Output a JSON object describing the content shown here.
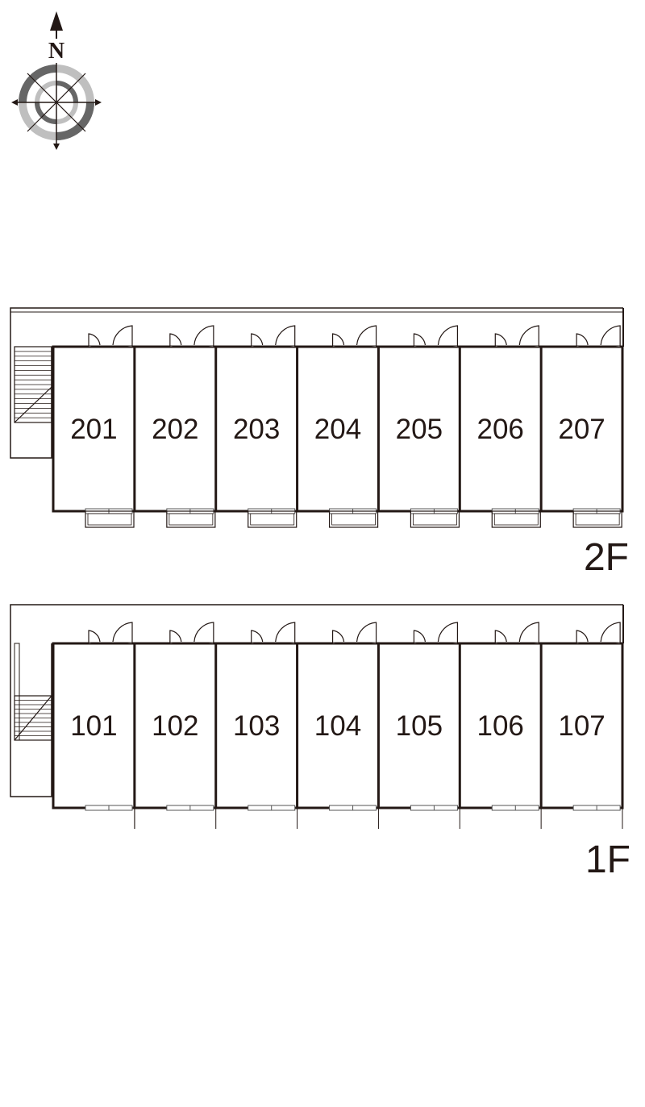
{
  "compass": {
    "north_label": "N",
    "icon": "compass-rose-icon"
  },
  "floors": [
    {
      "id": "2f",
      "label": "2F",
      "units": [
        "201",
        "202",
        "203",
        "204",
        "205",
        "206",
        "207"
      ]
    },
    {
      "id": "1f",
      "label": "1F",
      "units": [
        "101",
        "102",
        "103",
        "104",
        "105",
        "106",
        "107"
      ]
    }
  ],
  "colors": {
    "line": "#231815",
    "thin": "#555555",
    "compass_light": "#bfbfbf",
    "compass_dark": "#666666"
  }
}
